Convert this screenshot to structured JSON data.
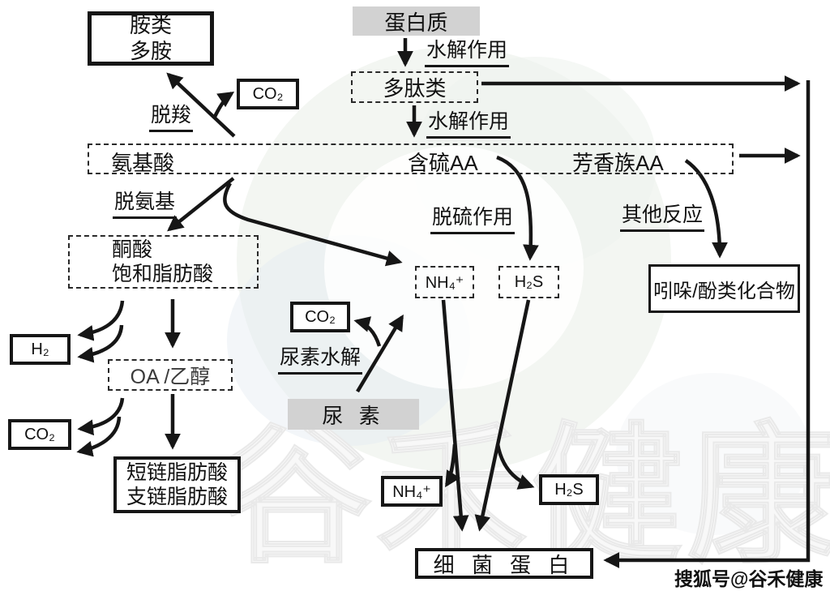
{
  "nodes": {
    "protein": {
      "text": "蛋白质"
    },
    "amines": {
      "line1": "胺类",
      "line2": "多胺"
    },
    "co2_top": {
      "text": "CO₂"
    },
    "peptides": {
      "text": "多肽类"
    },
    "amino_acid": {
      "text": "氨基酸"
    },
    "sulfur_aa": {
      "text": "含硫AA"
    },
    "aromatic_aa": {
      "text": "芳香族AA"
    },
    "keto_acids": {
      "line1": "酮酸",
      "line2": "饱和脂肪酸"
    },
    "h2": {
      "text": "H₂"
    },
    "oa_ethanol": {
      "text": "OA /乙醇"
    },
    "co2_left": {
      "text": "CO₂"
    },
    "scfa": {
      "line1": "短链脂肪酸",
      "line2": "支链脂肪酸"
    },
    "co2_mid": {
      "text": "CO₂"
    },
    "urea": {
      "text": "尿 素"
    },
    "nh4_upper": {
      "text": "NH₄⁺"
    },
    "h2s_upper": {
      "text": "H₂S"
    },
    "indole_phenol": {
      "text": "吲哚/酚类化合物"
    },
    "nh4_lower": {
      "text": "NH₄⁺"
    },
    "h2s_lower": {
      "text": "H₂S"
    },
    "bacterial_protein": {
      "text": "细 菌 蛋 白"
    }
  },
  "labels": {
    "hydrolysis1": "水解作用",
    "hydrolysis2": "水解作用",
    "decarboxylation": "脱羧",
    "deamination": "脱氨基",
    "desulfurization": "脱硫作用",
    "other_reactions": "其他反应",
    "urea_hydrolysis": "尿素水解"
  },
  "watermark": {
    "large_text": "谷禾健康",
    "credit": "搜狐号@谷禾健康"
  },
  "colors": {
    "line": "#161616",
    "gray_fill": "#d2d2d2",
    "watermark_stroke": "#e9e9e9",
    "watermark_blob_green": "#e9efe8",
    "watermark_blob_blue": "#e5ecf2"
  }
}
